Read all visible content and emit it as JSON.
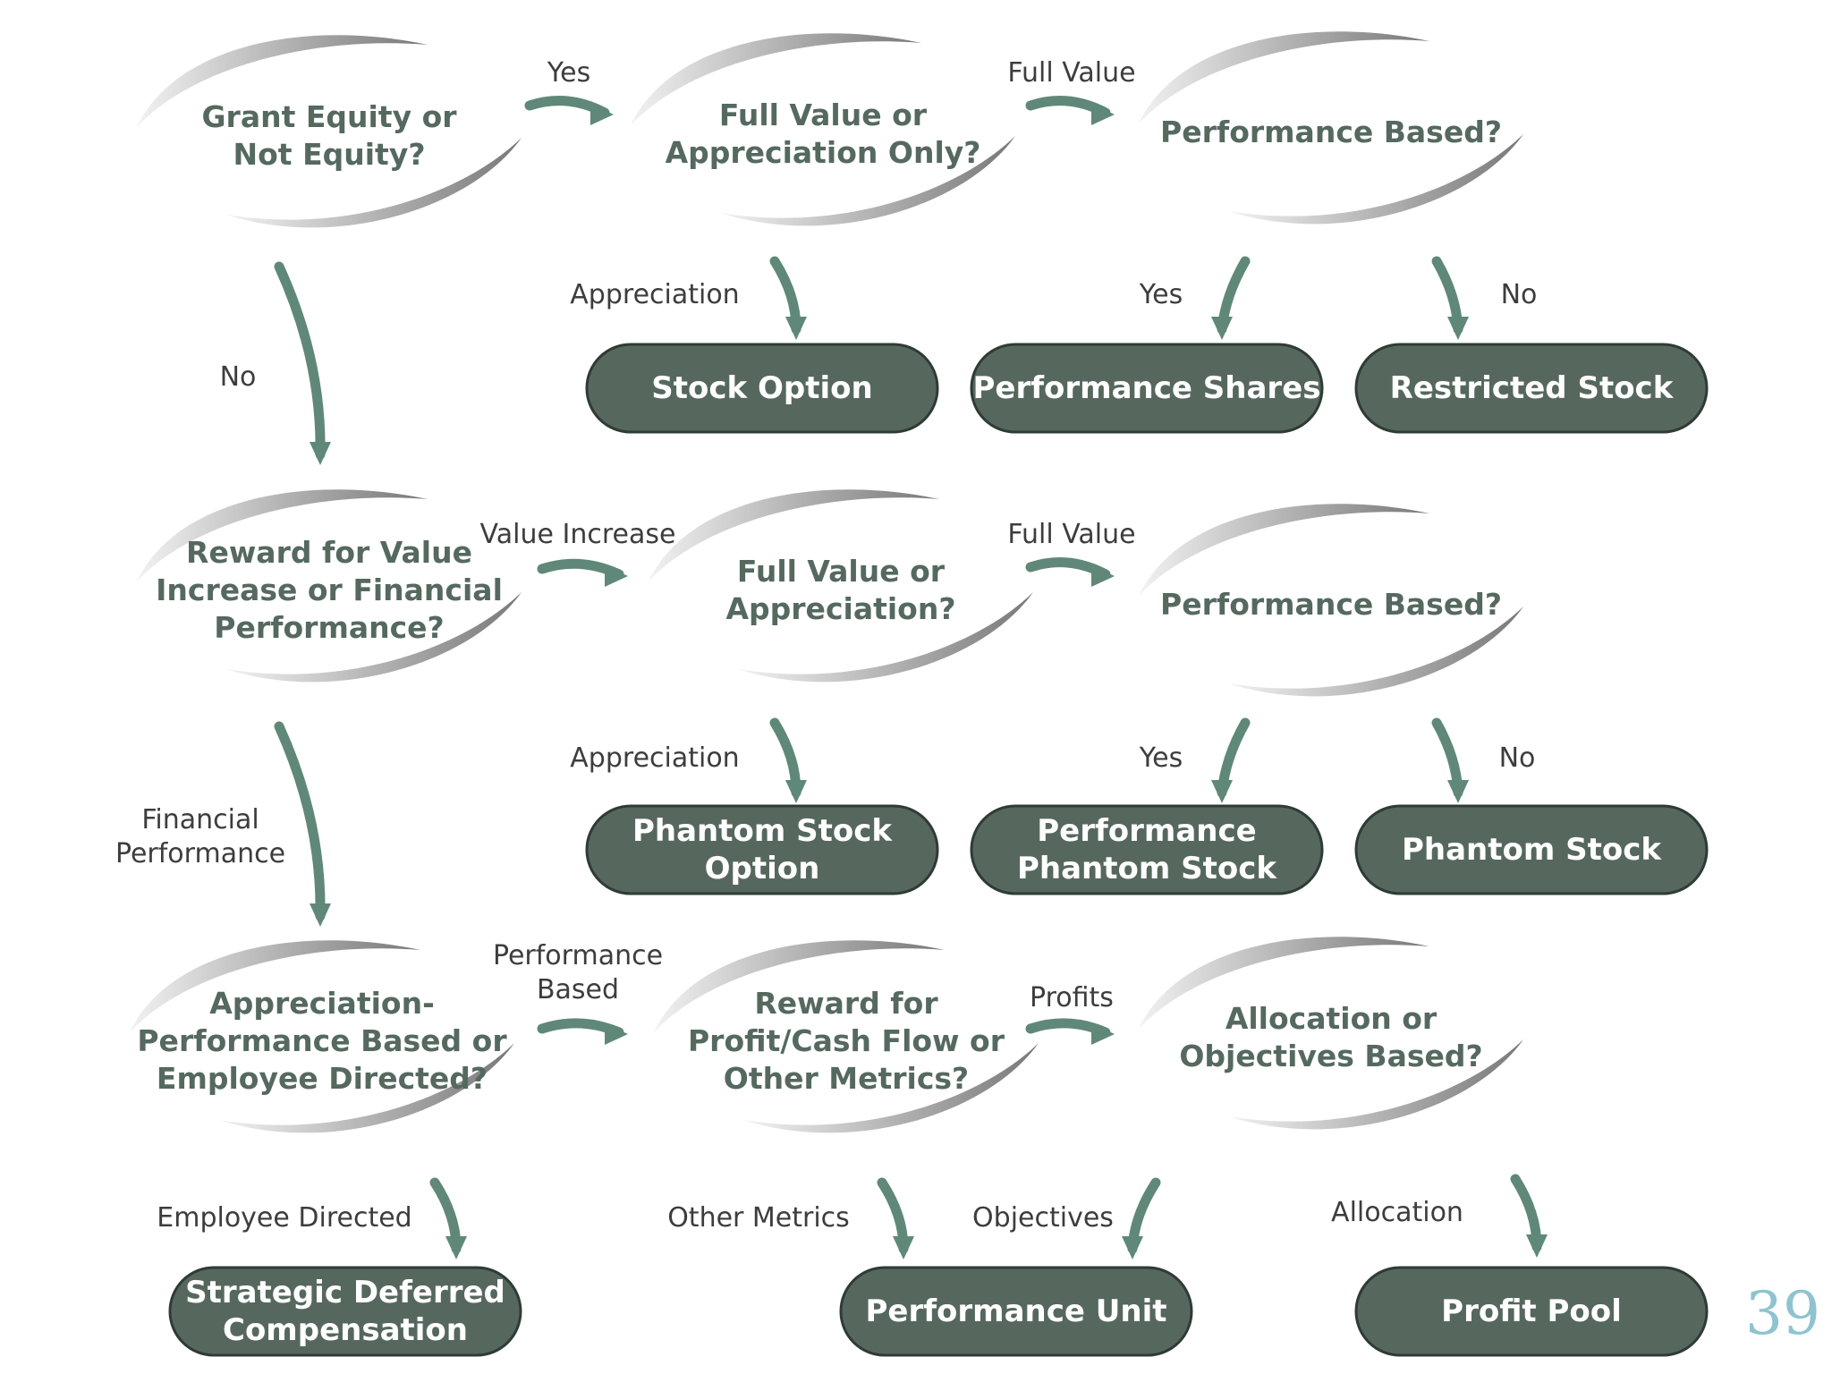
{
  "questions": [
    {
      "id": "q1",
      "lines": [
        "Grant Equity or",
        "Not Equity?"
      ]
    },
    {
      "id": "q2",
      "lines": [
        "Full Value or",
        "Appreciation Only?"
      ]
    },
    {
      "id": "q3",
      "lines": [
        "Performance Based?"
      ]
    },
    {
      "id": "q4",
      "lines": [
        "Reward for Value",
        "Increase or Financial",
        "Performance?"
      ]
    },
    {
      "id": "q5",
      "lines": [
        "Full Value or",
        "Appreciation?"
      ]
    },
    {
      "id": "q6",
      "lines": [
        "Performance Based?"
      ]
    },
    {
      "id": "q7",
      "lines": [
        "Appreciation-",
        "Performance Based or",
        "Employee Directed?"
      ]
    },
    {
      "id": "q8",
      "lines": [
        "Reward for",
        "Profit/Cash Flow or",
        "Other Metrics?"
      ]
    },
    {
      "id": "q9",
      "lines": [
        "Allocation or",
        "Objectives Based?"
      ]
    }
  ],
  "outcomes": [
    {
      "id": "t1",
      "lines": [
        "Stock Option"
      ]
    },
    {
      "id": "t2",
      "lines": [
        "Performance Shares"
      ]
    },
    {
      "id": "t3",
      "lines": [
        "Restricted Stock"
      ]
    },
    {
      "id": "t4",
      "lines": [
        "Phantom Stock",
        "Option"
      ]
    },
    {
      "id": "t5",
      "lines": [
        "Performance",
        "Phantom Stock"
      ]
    },
    {
      "id": "t6",
      "lines": [
        "Phantom Stock"
      ]
    },
    {
      "id": "t7",
      "lines": [
        "Strategic Deferred",
        "Compensation"
      ]
    },
    {
      "id": "t8",
      "lines": [
        "Performance Unit"
      ]
    },
    {
      "id": "t9",
      "lines": [
        "Profit Pool"
      ]
    }
  ],
  "edges": [
    {
      "from": "q1",
      "to": "q2",
      "lines": [
        "Yes"
      ]
    },
    {
      "from": "q2",
      "to": "q3",
      "lines": [
        "Full Value"
      ]
    },
    {
      "from": "q2",
      "to": "t1",
      "lines": [
        "Appreciation"
      ]
    },
    {
      "from": "q3",
      "to": "t2",
      "lines": [
        "Yes"
      ]
    },
    {
      "from": "q3",
      "to": "t3",
      "lines": [
        "No"
      ]
    },
    {
      "from": "q1",
      "to": "q4",
      "lines": [
        "No"
      ]
    },
    {
      "from": "q4",
      "to": "q5",
      "lines": [
        "Value Increase"
      ]
    },
    {
      "from": "q5",
      "to": "q6",
      "lines": [
        "Full Value"
      ]
    },
    {
      "from": "q5",
      "to": "t4",
      "lines": [
        "Appreciation"
      ]
    },
    {
      "from": "q6",
      "to": "t5",
      "lines": [
        "Yes"
      ]
    },
    {
      "from": "q6",
      "to": "t6",
      "lines": [
        "No"
      ]
    },
    {
      "from": "q4",
      "to": "q7",
      "lines": [
        "Financial",
        "Performance"
      ]
    },
    {
      "from": "q7",
      "to": "q8",
      "lines": [
        "Performance",
        "Based"
      ]
    },
    {
      "from": "q8",
      "to": "q9",
      "lines": [
        "Profits"
      ]
    },
    {
      "from": "q7",
      "to": "t7",
      "lines": [
        "Employee Directed"
      ]
    },
    {
      "from": "q8",
      "to": "t8",
      "lines": [
        "Other Metrics"
      ]
    },
    {
      "from": "q9",
      "to": "t8",
      "lines": [
        "Objectives"
      ]
    },
    {
      "from": "q9",
      "to": "t9",
      "lines": [
        "Allocation"
      ]
    }
  ],
  "page_number": "39",
  "colors": {
    "outcome_fill": "#56685e",
    "question_text": "#55695f",
    "arrow": "#5f8878",
    "page_number": "#8fc3cf"
  }
}
